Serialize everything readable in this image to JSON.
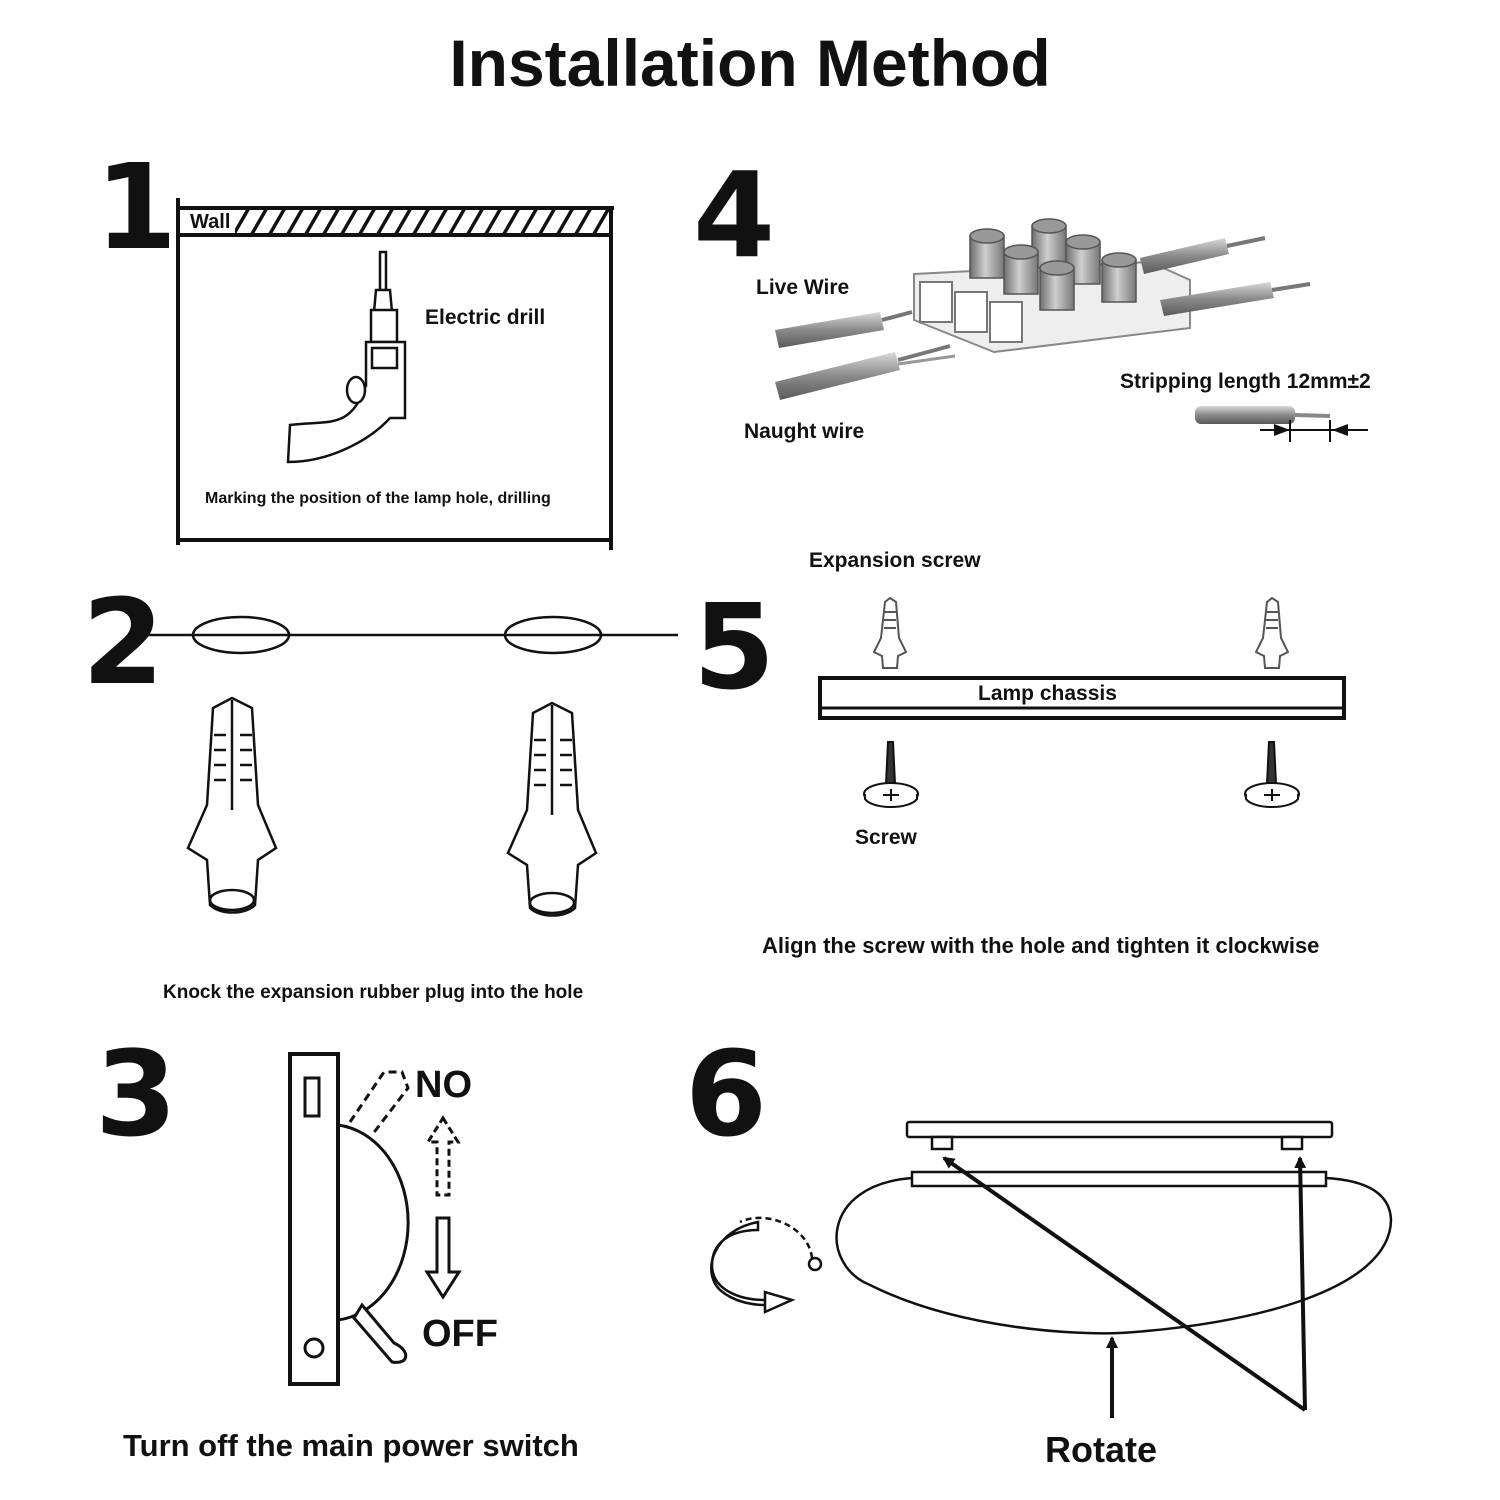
{
  "title": "Installation Method",
  "steps": [
    {
      "number": "1",
      "labels": {
        "wall": "Wall",
        "drill": "Electric drill"
      },
      "caption": "Marking the position of the lamp hole, drilling"
    },
    {
      "number": "2",
      "caption": "Knock the expansion rubber plug into the hole"
    },
    {
      "number": "3",
      "labels": {
        "on": "NO",
        "off": "OFF"
      },
      "caption": "Turn off the main power switch"
    },
    {
      "number": "4",
      "labels": {
        "live": "Live Wire",
        "neutral": "Naught wire",
        "stripping": "Stripping length 12mm±2"
      }
    },
    {
      "number": "5",
      "labels": {
        "expansion_screw": "Expansion screw",
        "chassis": "Lamp chassis",
        "screw": "Screw"
      },
      "caption": "Align the screw with the hole and tighten it clockwise"
    },
    {
      "number": "6",
      "labels": {
        "rotate": "Rotate"
      }
    }
  ]
}
